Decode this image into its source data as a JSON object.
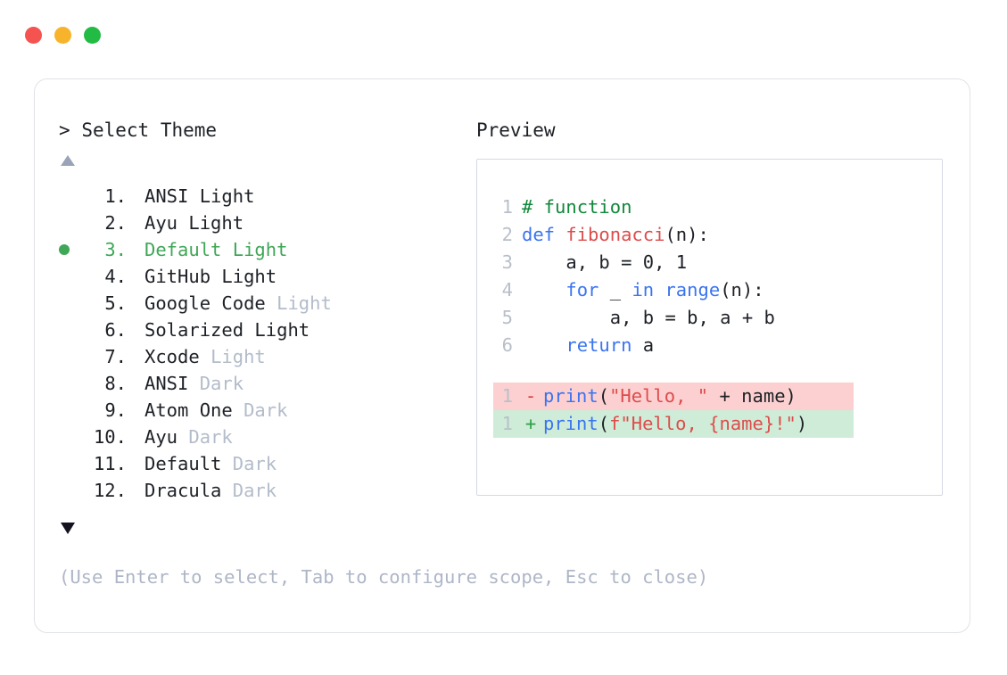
{
  "titlebar": {
    "close_label": "close",
    "minimize_label": "minimize",
    "zoom_label": "zoom",
    "colors": {
      "close": "#f5534f",
      "minimize": "#f7b32b",
      "zoom": "#22bb44"
    }
  },
  "prompt": {
    "caret": ">",
    "title": "Select Theme"
  },
  "scroll": {
    "up_icon": "triangle-up",
    "down_icon": "triangle-down",
    "up_color": "#9aa4b8",
    "down_color": "#14121f"
  },
  "selection": {
    "selected_index": 3,
    "bullet_color": "#3fa757",
    "selected_color": "#3fa757"
  },
  "themes": [
    {
      "index": "1.",
      "name": "ANSI",
      "variant": "Light",
      "variant_muted": false,
      "selected": false
    },
    {
      "index": "2.",
      "name": "Ayu",
      "variant": "Light",
      "variant_muted": false,
      "selected": false
    },
    {
      "index": "3.",
      "name": "Default",
      "variant": "Light",
      "variant_muted": false,
      "selected": true
    },
    {
      "index": "4.",
      "name": "GitHub",
      "variant": "Light",
      "variant_muted": false,
      "selected": false
    },
    {
      "index": "5.",
      "name": "Google Code",
      "variant": "Light",
      "variant_muted": true,
      "selected": false
    },
    {
      "index": "6.",
      "name": "Solarized",
      "variant": "Light",
      "variant_muted": false,
      "selected": false
    },
    {
      "index": "7.",
      "name": "Xcode",
      "variant": "Light",
      "variant_muted": true,
      "selected": false
    },
    {
      "index": "8.",
      "name": "ANSI",
      "variant": "Dark",
      "variant_muted": true,
      "selected": false
    },
    {
      "index": "9.",
      "name": "Atom One",
      "variant": "Dark",
      "variant_muted": true,
      "selected": false
    },
    {
      "index": "10.",
      "name": "Ayu",
      "variant": "Dark",
      "variant_muted": true,
      "selected": false
    },
    {
      "index": "11.",
      "name": "Default",
      "variant": "Dark",
      "variant_muted": true,
      "selected": false
    },
    {
      "index": "12.",
      "name": "Dracula",
      "variant": "Dark",
      "variant_muted": true,
      "selected": false
    }
  ],
  "hint": "(Use Enter to select, Tab to configure scope, Esc to close)",
  "preview": {
    "label": "Preview",
    "code_lines": [
      {
        "number": "1",
        "tokens": [
          {
            "text": "# function",
            "type": "comment"
          }
        ]
      },
      {
        "number": "2",
        "tokens": [
          {
            "text": "def ",
            "type": "keyword"
          },
          {
            "text": "fibonacci",
            "type": "function"
          },
          {
            "text": "(n):",
            "type": "plain"
          }
        ]
      },
      {
        "number": "3",
        "tokens": [
          {
            "text": "    a, b = ",
            "type": "plain"
          },
          {
            "text": "0",
            "type": "number"
          },
          {
            "text": ", ",
            "type": "plain"
          },
          {
            "text": "1",
            "type": "number"
          }
        ]
      },
      {
        "number": "4",
        "tokens": [
          {
            "text": "    ",
            "type": "plain"
          },
          {
            "text": "for",
            "type": "keyword"
          },
          {
            "text": " _ ",
            "type": "plain"
          },
          {
            "text": "in ",
            "type": "keyword"
          },
          {
            "text": "range",
            "type": "builtin"
          },
          {
            "text": "(n):",
            "type": "plain"
          }
        ]
      },
      {
        "number": "5",
        "tokens": [
          {
            "text": "        a, b = b, a + b",
            "type": "plain"
          }
        ]
      },
      {
        "number": "6",
        "tokens": [
          {
            "text": "    ",
            "type": "plain"
          },
          {
            "text": "return",
            "type": "keyword"
          },
          {
            "text": " a",
            "type": "plain"
          }
        ]
      }
    ],
    "diff_lines": [
      {
        "number": "1",
        "mark": "-",
        "kind": "removed",
        "background": "#fcd0d0",
        "tokens": [
          {
            "text": "print",
            "type": "builtin"
          },
          {
            "text": "(",
            "type": "plain"
          },
          {
            "text": "\"Hello, \"",
            "type": "string"
          },
          {
            "text": " + name)",
            "type": "plain"
          }
        ]
      },
      {
        "number": "1",
        "mark": "+",
        "kind": "added",
        "background": "#cfecd8",
        "tokens": [
          {
            "text": "print",
            "type": "builtin"
          },
          {
            "text": "(",
            "type": "plain"
          },
          {
            "text": "f\"Hello, {name}!\"",
            "type": "string"
          },
          {
            "text": ")",
            "type": "plain"
          }
        ]
      }
    ]
  }
}
